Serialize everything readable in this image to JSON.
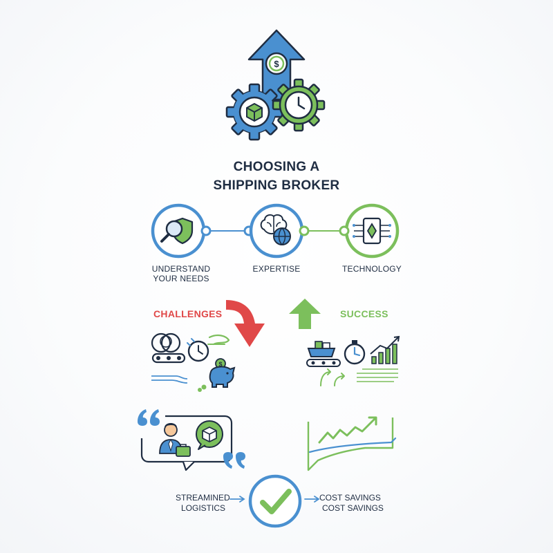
{
  "title": {
    "line1": "CHOOSING A",
    "line2": "SHIPPING BROKER"
  },
  "steps": [
    {
      "label_line1": "UNDERSTAND",
      "label_line2": "YOUR NEEDS",
      "icon": "magnifier-shield-icon"
    },
    {
      "label_line1": "EXPERTISE",
      "icon": "brain-globe-icon"
    },
    {
      "label_line1": "TECHNOLOGY",
      "icon": "smart-device-icon"
    }
  ],
  "challenges": {
    "label": "CHALLENGES",
    "color": "#e04848"
  },
  "success": {
    "label": "SUCCESS",
    "color": "#7cbf5c"
  },
  "outcome": {
    "left_line1": "STREAMINED",
    "left_line2": "LOGISTICS",
    "right_line1": "COST SAVINGS",
    "right_line2": "COST SAVINGS"
  },
  "colors": {
    "navy": "#1f2d42",
    "blue": "#4a90d0",
    "green": "#7cbf5c",
    "red": "#e04848"
  }
}
